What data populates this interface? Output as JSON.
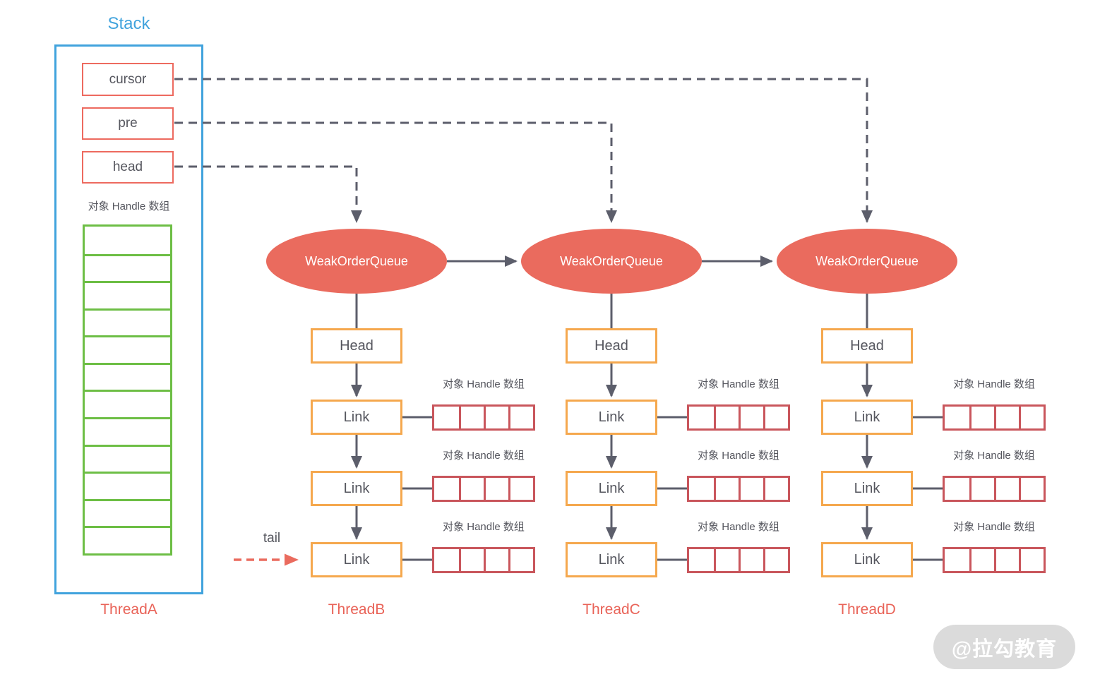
{
  "stack": {
    "title": "Stack",
    "fields": [
      {
        "label": "cursor"
      },
      {
        "label": "pre"
      },
      {
        "label": "head"
      }
    ],
    "array_label": "对象 Handle 数组",
    "array_cell_count": 12,
    "thread_label": "ThreadA"
  },
  "pointer_links": [
    {
      "from": "cursor",
      "to": "ThreadD"
    },
    {
      "from": "pre",
      "to": "ThreadC"
    },
    {
      "from": "head",
      "to": "ThreadB"
    }
  ],
  "tail_label": "tail",
  "queues": [
    {
      "thread_label": "ThreadB",
      "node_label": "WeakOrderQueue",
      "head_label": "Head",
      "links": [
        {
          "label": "Link",
          "array_label": "对象 Handle 数组",
          "array_cell_count": 4
        },
        {
          "label": "Link",
          "array_label": "对象 Handle 数组",
          "array_cell_count": 4
        },
        {
          "label": "Link",
          "array_label": "对象 Handle 数组",
          "array_cell_count": 4
        }
      ]
    },
    {
      "thread_label": "ThreadC",
      "node_label": "WeakOrderQueue",
      "head_label": "Head",
      "links": [
        {
          "label": "Link",
          "array_label": "对象 Handle 数组",
          "array_cell_count": 4
        },
        {
          "label": "Link",
          "array_label": "对象 Handle 数组",
          "array_cell_count": 4
        },
        {
          "label": "Link",
          "array_label": "对象 Handle 数组",
          "array_cell_count": 4
        }
      ]
    },
    {
      "thread_label": "ThreadD",
      "node_label": "WeakOrderQueue",
      "head_label": "Head",
      "links": [
        {
          "label": "Link",
          "array_label": "对象 Handle 数组",
          "array_cell_count": 4
        },
        {
          "label": "Link",
          "array_label": "对象 Handle 数组",
          "array_cell_count": 4
        },
        {
          "label": "Link",
          "array_label": "对象 Handle 数组",
          "array_cell_count": 4
        }
      ]
    }
  ],
  "watermark": "@拉勾教育",
  "colors": {
    "stack_blue": "#41A3DD",
    "ellipse_salmon": "#EA6B5E",
    "box_orange": "#F5A84E",
    "array_green": "#6DBE45",
    "cell_red": "#C9565C",
    "line_gray": "#5C5E6B",
    "text_gray": "#55565E",
    "thread_red": "#E96358",
    "watermark_bg": "#DBDBDB"
  }
}
